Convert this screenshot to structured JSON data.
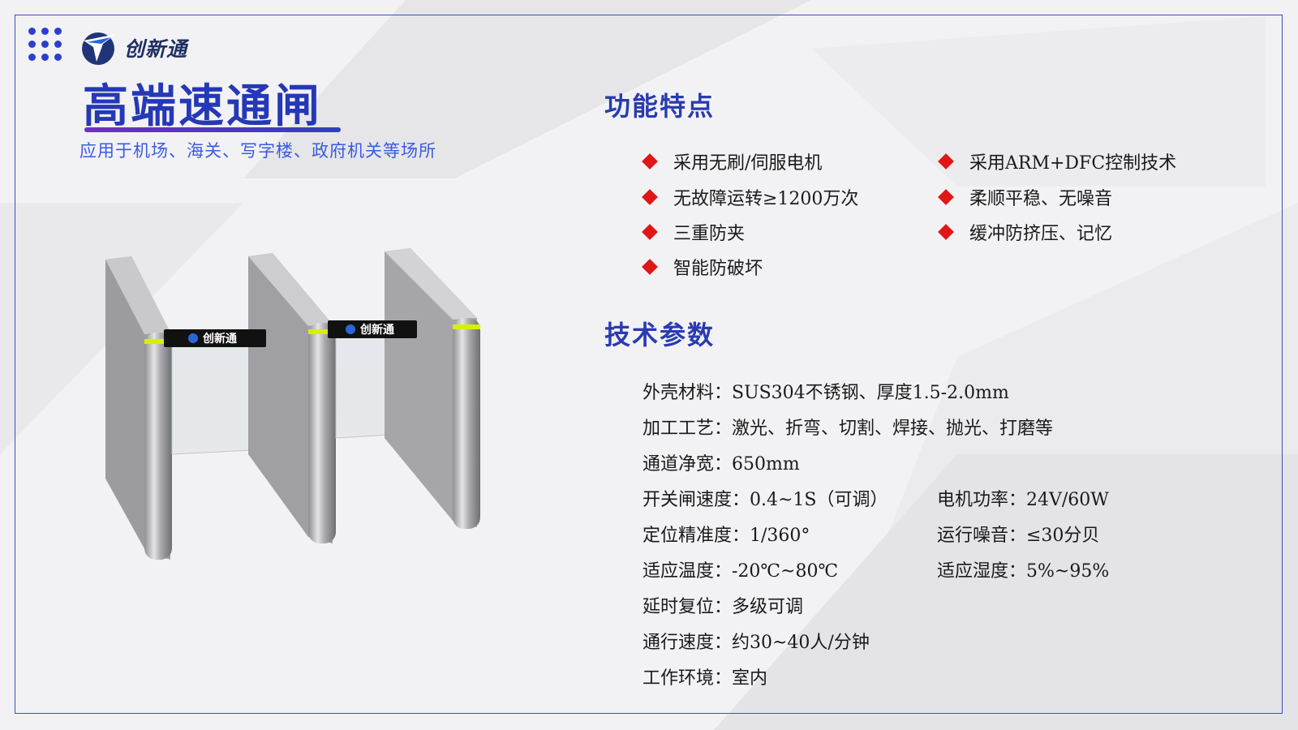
{
  "brand": {
    "logo_text": "创新通",
    "colors": {
      "primary": "#2538b6",
      "accent_red": "#e11616",
      "subtitle": "#3b5be0"
    }
  },
  "header": {
    "title": "高端速通闸",
    "subtitle": "应用于机场、海关、写字楼、政府机关等场所"
  },
  "features": {
    "heading": "功能特点",
    "items": [
      "采用无刷/伺服电机",
      "采用ARM+DFC控制技术",
      "无故障运转≥1200万次",
      "柔顺平稳、无噪音",
      "三重防夹",
      "缓冲防挤压、记忆",
      "智能防破坏"
    ]
  },
  "specs": {
    "heading": "技术参数",
    "rows": [
      "外壳材料：SUS304不锈钢、厚度1.5-2.0mm",
      "加工工艺：激光、折弯、切割、焊接、抛光、打磨等",
      "通道净宽：650mm",
      "开关闸速度：0.4~1S（可调）",
      "电机功率：24V/60W",
      "定位精准度：1/360°",
      "运行噪音：≤30分贝",
      "适应温度：-20℃~80℃",
      "适应湿度：5%~95%",
      "延时复位：多级可调",
      "通行速度：约30~40人/分钟",
      "工作环境：室内"
    ]
  },
  "product_image": {
    "panel_logo": "创新通"
  }
}
